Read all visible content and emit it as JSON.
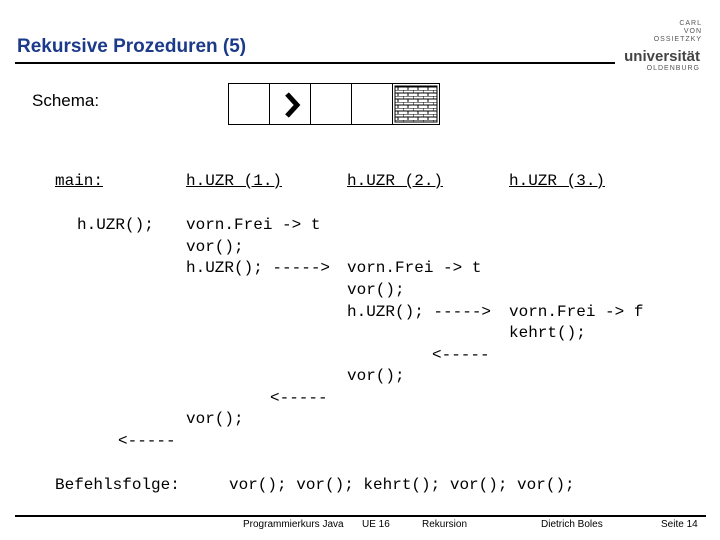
{
  "header": {
    "title": "Rekursive Prozeduren (5)",
    "logo": {
      "lines": [
        "CARL",
        "VON",
        "OSSIETZKY"
      ],
      "name": "universität",
      "city": "OLDENBURG"
    }
  },
  "schema": {
    "label": "Schema:"
  },
  "columns": {
    "main": "main:",
    "c1": "h.UZR (1.)",
    "c2": "h.UZR (2.)",
    "c3": "h.UZR (3.)"
  },
  "trace": {
    "l0": "h.UZR();",
    "l1": "vorn.Frei -> t",
    "l2": "vor();",
    "l3a": "h.UZR(); ----->",
    "l3b": "vorn.Frei -> t",
    "l4": "vor();",
    "l5a": "h.UZR(); ----->",
    "l5b": "vorn.Frei -> f",
    "l6": "kehrt();",
    "l7": "<-----",
    "l8": "vor();",
    "l9": "<-----",
    "l10": "vor();",
    "l11": "<-----"
  },
  "befehlsfolge": {
    "label": "Befehlsfolge:",
    "value": "vor(); vor(); kehrt(); vor(); vor();"
  },
  "footer": {
    "course": "Programmierkurs Java",
    "unit": "UE 16",
    "topic": "Rekursion",
    "author": "Dietrich Boles",
    "page": "Seite 14"
  },
  "colors": {
    "title": "#1c3a8a"
  }
}
